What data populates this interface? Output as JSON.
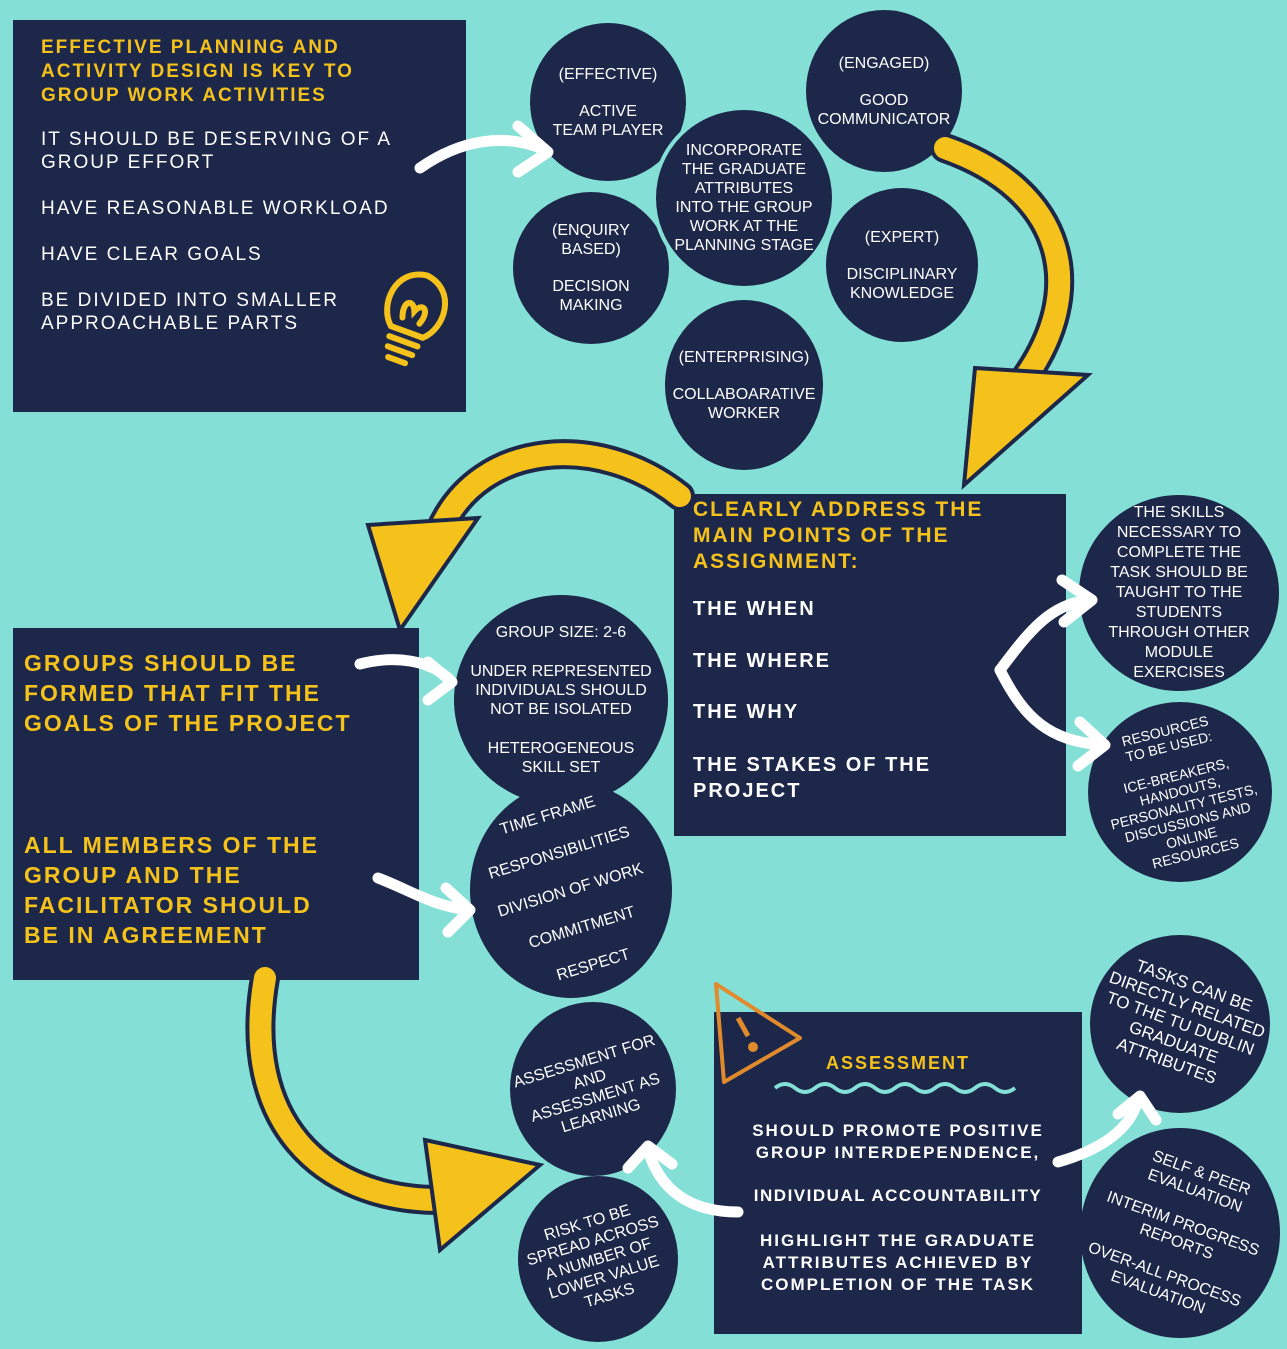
{
  "top_box": {
    "heading": [
      "EFFECTIVE PLANNING AND",
      "ACTIVITY DESIGN IS KEY TO",
      "GROUP WORK ACTIVITIES"
    ],
    "points": [
      [
        "IT SHOULD BE DESERVING OF A",
        "GROUP EFFORT"
      ],
      [
        "HAVE REASONABLE WORKLOAD"
      ],
      [
        "HAVE CLEAR GOALS"
      ],
      [
        "BE DIVIDED INTO SMALLER",
        "APPROACHABLE PARTS"
      ]
    ],
    "icon": "lightbulb-icon"
  },
  "attributes": {
    "center": [
      "INCORPORATE",
      "THE GRADUATE",
      "ATTRIBUTES",
      "INTO THE GROUP",
      "WORK AT THE",
      "PLANNING STAGE"
    ],
    "effective": {
      "tag": "(EFFECTIVE)",
      "label": [
        "ACTIVE",
        "TEAM PLAYER"
      ]
    },
    "engaged": {
      "tag": "(ENGAGED)",
      "label": [
        "GOOD",
        "COMMUNICATOR"
      ]
    },
    "enquiry": {
      "tag": [
        "(ENQUIRY",
        "BASED)"
      ],
      "label": [
        "DECISION",
        "MAKING"
      ]
    },
    "expert": {
      "tag": "(EXPERT)",
      "label": [
        "DISCIPLINARY",
        "KNOWLEDGE"
      ]
    },
    "enterprising": {
      "tag": "(ENTERPRISING)",
      "label": [
        "COLLABOARATIVE",
        "WORKER"
      ]
    }
  },
  "assignment_box": {
    "heading": [
      "CLEARLY ADDRESS THE",
      "MAIN POINTS OF THE",
      "ASSIGNMENT:"
    ],
    "points": [
      [
        "THE WHEN"
      ],
      [
        "THE WHERE"
      ],
      [
        "THE WHY"
      ],
      [
        "THE STAKES OF THE",
        "PROJECT"
      ]
    ]
  },
  "skills_circle": [
    "THE SKILLS",
    "NECESSARY TO",
    "COMPLETE THE",
    "TASK SHOULD BE",
    "TAUGHT TO THE",
    "STUDENTS",
    "THROUGH OTHER",
    "MODULE",
    "EXERCISES"
  ],
  "resources_circle": {
    "heading": [
      "RESOURCES",
      "TO BE USED:"
    ],
    "items": [
      "ICE-BREAKERS,",
      "HANDOUTS,",
      "PERSONALITY TESTS,",
      "DISCUSSIONS AND",
      "ONLINE",
      "RESOURCES"
    ]
  },
  "groups_box": {
    "heading1": [
      "GROUPS SHOULD BE",
      "FORMED THAT FIT THE",
      "GOALS OF THE PROJECT"
    ],
    "heading2": [
      "ALL MEMBERS OF THE",
      "GROUP AND THE",
      "FACILITATOR SHOULD",
      "BE IN AGREEMENT"
    ]
  },
  "group_size_circle": {
    "size": "GROUP SIZE:  2-6",
    "isolation": [
      "UNDER REPRESENTED",
      "INDIVIDUALS SHOULD",
      "NOT BE ISOLATED"
    ],
    "skill": [
      "HETEROGENEOUS",
      "SKILL SET"
    ]
  },
  "agreement_circle": [
    "TIME FRAME",
    "RESPONSIBILITIES",
    "DIVISION OF WORK",
    "COMMITMENT",
    "RESPECT"
  ],
  "assessment_box": {
    "title": "ASSESSMENT",
    "points": [
      [
        "SHOULD PROMOTE POSITIVE",
        "GROUP INTERDEPENDENCE,"
      ],
      [
        "INDIVIDUAL ACCOUNTABILITY"
      ],
      [
        "HIGHLIGHT THE GRADUATE",
        "ATTRIBUTES ACHIEVED BY",
        "COMPLETION OF THE TASK"
      ]
    ],
    "icon": "warning-icon"
  },
  "assessment_for_circle": [
    "ASSESSMENT FOR",
    "AND",
    "ASSESSMENT AS",
    "LEARNING"
  ],
  "risk_circle": [
    "RISK TO BE",
    "SPREAD ACROSS",
    "A NUMBER OF",
    "LOWER VALUE",
    "TASKS"
  ],
  "tasks_circle": [
    "TASKS CAN BE",
    "DIRECTLY RELATED",
    "TO THE TU DUBLIN",
    "GRADUATE",
    "ATTRIBUTES"
  ],
  "evaluation_circle": [
    [
      "SELF & PEER",
      "EVALUATION"
    ],
    [
      "INTERIM PROGRESS",
      "REPORTS"
    ],
    [
      "OVER-ALL PROCESS",
      "EVALUATION"
    ]
  ],
  "colors": {
    "background": "#84e0d6",
    "navy": "#1c2749",
    "yellow": "#f5c21b",
    "white": "#ffffff",
    "orange": "#e08a2c"
  }
}
